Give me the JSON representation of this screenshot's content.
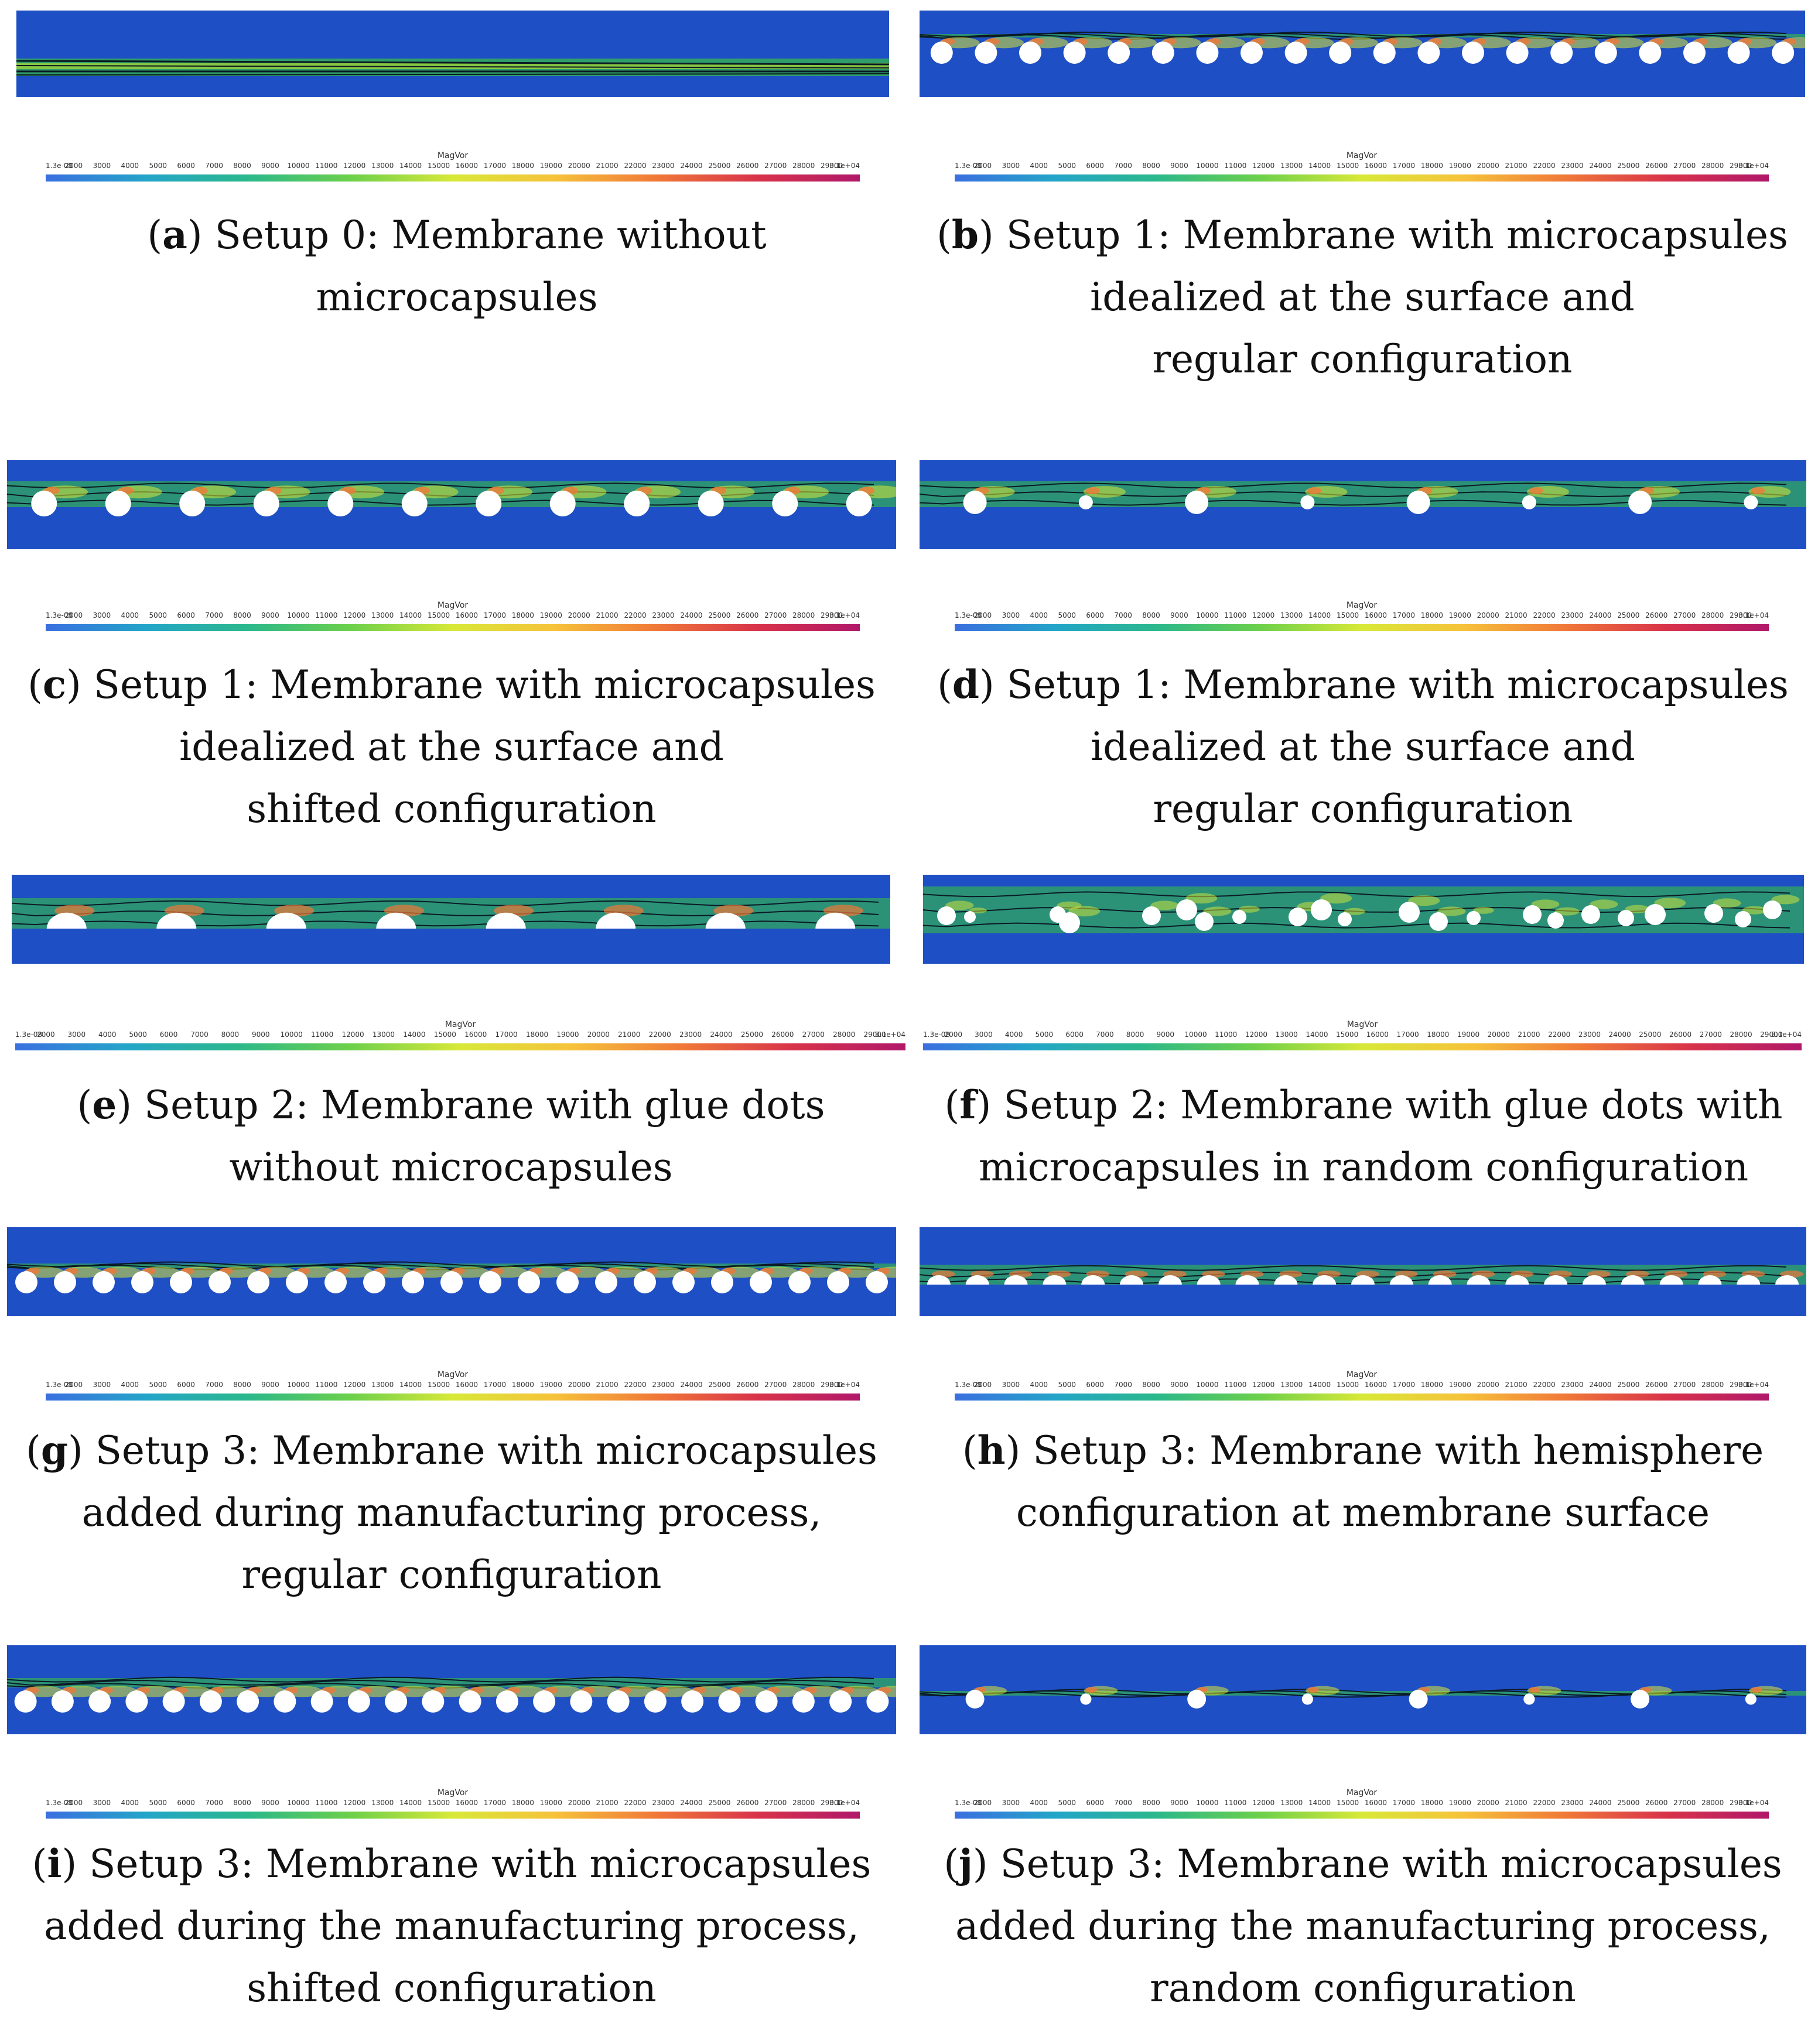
{
  "colorbar": {
    "title": "MagVor",
    "ticks": [
      "1.3e-08",
      "2000",
      "3000",
      "4000",
      "5000",
      "6000",
      "7000",
      "8000",
      "9000",
      "10000",
      "11000",
      "12000",
      "13000",
      "14000",
      "15000",
      "16000",
      "17000",
      "18000",
      "19000",
      "20000",
      "21000",
      "22000",
      "23000",
      "24000",
      "25000",
      "26000",
      "27000",
      "28000",
      "29000",
      "3.1e+04"
    ],
    "gradient": [
      "#3a6fe0",
      "#23a5c8",
      "#2bb88a",
      "#6cd04a",
      "#d8e838",
      "#f6c23a",
      "#f07838",
      "#d8324a",
      "#b0186a"
    ]
  },
  "panels": [
    {
      "letter": "a",
      "caption": [
        "Setup 0: Membrane without microcapsules"
      ]
    },
    {
      "letter": "b",
      "caption": [
        "Setup 1: Membrane with microcapsules",
        "idealized at the surface and",
        "regular configuration"
      ]
    },
    {
      "letter": "c",
      "caption": [
        "Setup 1: Membrane with microcapsules",
        "idealized at the surface and",
        "shifted configuration"
      ]
    },
    {
      "letter": "d",
      "caption": [
        "Setup 1: Membrane with microcapsules",
        "idealized at the surface and",
        "regular configuration"
      ]
    },
    {
      "letter": "e",
      "caption": [
        "Setup 2: Membrane with glue dots",
        "without microcapsules"
      ]
    },
    {
      "letter": "f",
      "caption": [
        "Setup 2: Membrane with glue dots with",
        "microcapsules in random configuration"
      ]
    },
    {
      "letter": "g",
      "caption": [
        "Setup 3: Membrane with microcapsules",
        "added during manufacturing process,",
        "regular configuration"
      ]
    },
    {
      "letter": "h",
      "caption": [
        "Setup 3: Membrane with hemisphere",
        "configuration at membrane surface"
      ]
    },
    {
      "letter": "i",
      "caption": [
        "Setup 3: Membrane with microcapsules",
        "added during the manufacturing process,",
        "shifted configuration"
      ]
    },
    {
      "letter": "j",
      "caption": [
        "Setup 3: Membrane with microcapsules",
        "added during the manufacturing process,",
        "random configuration"
      ]
    }
  ],
  "colors": {
    "field_background": "#1f4fc4",
    "flow_band": "#2f9e6a",
    "contour": "#0b1a24",
    "particle": "#ffffff"
  }
}
